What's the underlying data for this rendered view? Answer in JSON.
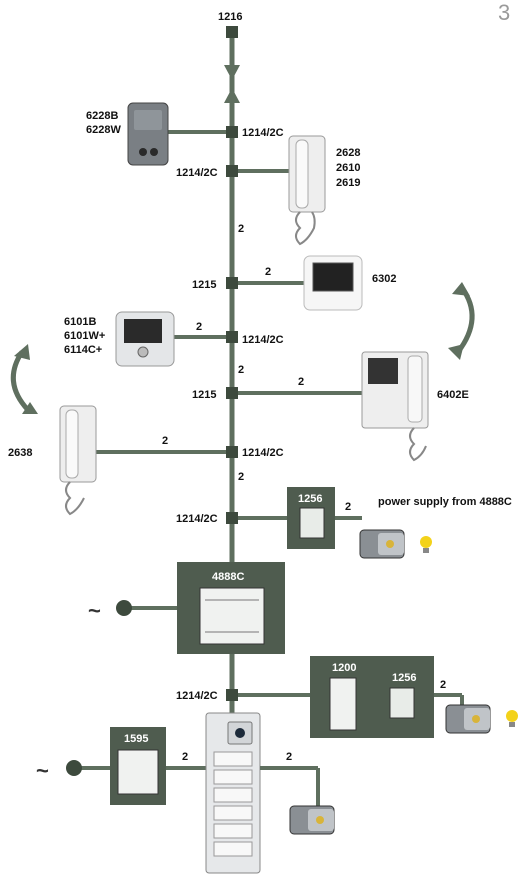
{
  "colors": {
    "bus": "#5f6f5f",
    "node": "#3d4a3d",
    "panel": "#4f5c4f",
    "bulb": "#f3d21a"
  },
  "corner_letter": "3",
  "labels": {
    "top_code": "1216",
    "handset_a": [
      "2628",
      "2610",
      "2619"
    ],
    "external_unit": [
      "6228B",
      "6228W"
    ],
    "node_1214_a": "1214/2C",
    "node_1214_b": "1214/2C",
    "node_1214_c": "1214/2C",
    "node_1214_d": "1214/2C",
    "node_1214_e": "1214/2C",
    "node_1214_f": "1214/2C",
    "node_1215_a": "1215",
    "node_1215_b": "1215",
    "monitor_6302": "6302",
    "monitor_6101": [
      "6101B",
      "6101W+",
      "6114C+"
    ],
    "monitor_6402": "6402E",
    "handset_2638": "2638",
    "box_1256_a": "1256",
    "power_note": "power supply from 4888C",
    "supply_4888": "4888C",
    "box_1200": "1200",
    "box_1256_b": "1256",
    "supply_1595": "1595",
    "wire_count": "2",
    "mains_symbol": "~"
  }
}
